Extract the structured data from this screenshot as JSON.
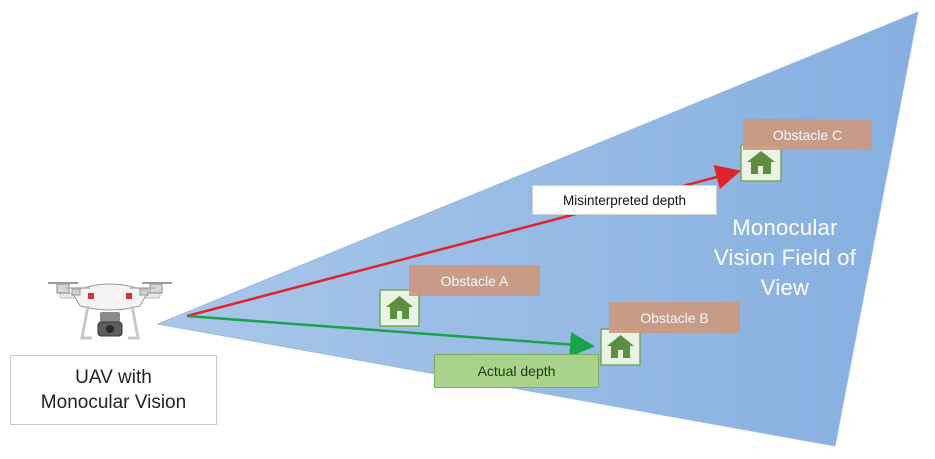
{
  "uav": {
    "label_line1": "UAV with",
    "label_line2": "Monocular Vision"
  },
  "field_of_view": {
    "line1": "Monocular",
    "line2": "Vision Field of",
    "line3": "View",
    "color": "#8db4e2"
  },
  "depth": {
    "misinterpreted_label": "Misinterpreted depth",
    "misinterpreted_color": "#e0242a",
    "actual_label": "Actual depth",
    "actual_color": "#1aa34a"
  },
  "obstacles": {
    "a": "Obstacle A",
    "b": "Obstacle B",
    "c": "Obstacle C"
  }
}
